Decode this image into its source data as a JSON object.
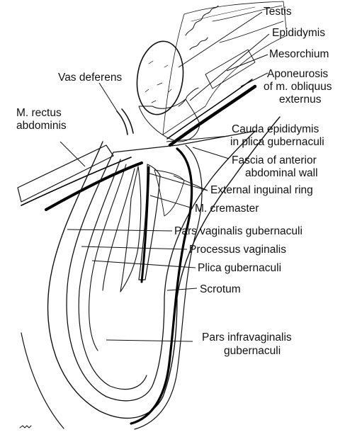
{
  "figure": {
    "labels": {
      "testis": "Testis",
      "epididymis": "Epididymis",
      "mesorchium": "Mesorchium",
      "aponeurosis_1": "Aponeurosis",
      "aponeurosis_2": "of m. obliquus",
      "aponeurosis_3": "externus",
      "vas_deferens": "Vas deferens",
      "rectus_1": "M. rectus",
      "rectus_2": "abdominis",
      "cauda_1": "Cauda epididymis",
      "cauda_2": "in plica gubernaculi",
      "fascia_1": "Fascia of anterior",
      "fascia_2": "abdominal wall",
      "ext_ring": "External inguinal ring",
      "cremaster": "M. cremaster",
      "pars_vag": "Pars vaginalis gubernaculi",
      "proc_vag": "Processus vaginalis",
      "plica": "Plica gubernaculi",
      "scrotum": "Scrotum",
      "pars_infra_1": "Pars infravaginalis",
      "pars_infra_2": "gubernaculi"
    }
  }
}
